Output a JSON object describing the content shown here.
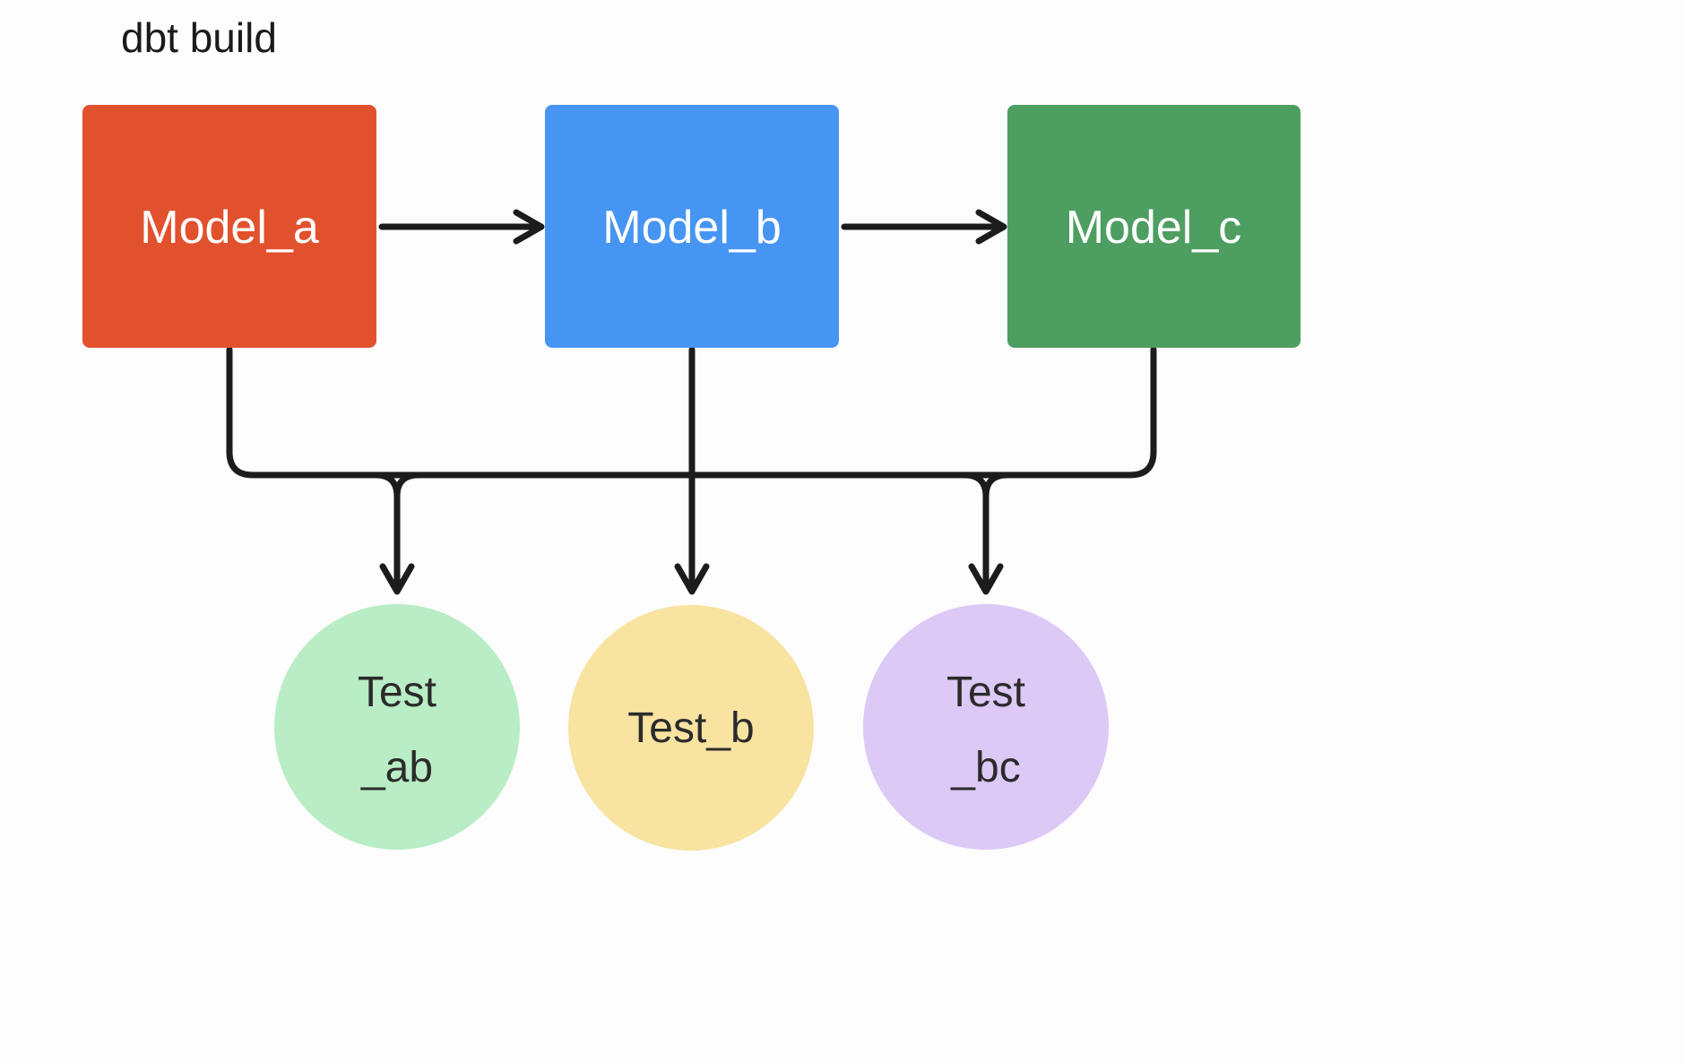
{
  "title": "dbt build",
  "colors": {
    "background": "#fdfdfd",
    "edge": "#1c1c1c",
    "title_text": "#1a1a1a"
  },
  "models": [
    {
      "label": "Model_a",
      "color": "#e2512e",
      "text_color": "#ffffff"
    },
    {
      "label": "Model_b",
      "color": "#4795f2",
      "text_color": "#ffffff"
    },
    {
      "label": "Model_c",
      "color": "#4e9e61",
      "text_color": "#ffffff"
    }
  ],
  "tests": [
    {
      "lines": [
        "Test",
        "_ab"
      ],
      "color": "#b9edc5",
      "text_color": "#2b2b2b"
    },
    {
      "lines": [
        "Test_b"
      ],
      "color": "#f9e3a1",
      "text_color": "#2b2b2b"
    },
    {
      "lines": [
        "Test",
        "_bc"
      ],
      "color": "#dcc9f6",
      "text_color": "#2b2b2b"
    }
  ],
  "edges": [
    {
      "from": "Model_a",
      "to": "Model_b"
    },
    {
      "from": "Model_b",
      "to": "Model_c"
    },
    {
      "from": "Model_a",
      "to": "Test_ab"
    },
    {
      "from": "Model_b",
      "to": "Test_ab"
    },
    {
      "from": "Model_b",
      "to": "Test_b"
    },
    {
      "from": "Model_b",
      "to": "Test_bc"
    },
    {
      "from": "Model_c",
      "to": "Test_bc"
    }
  ]
}
